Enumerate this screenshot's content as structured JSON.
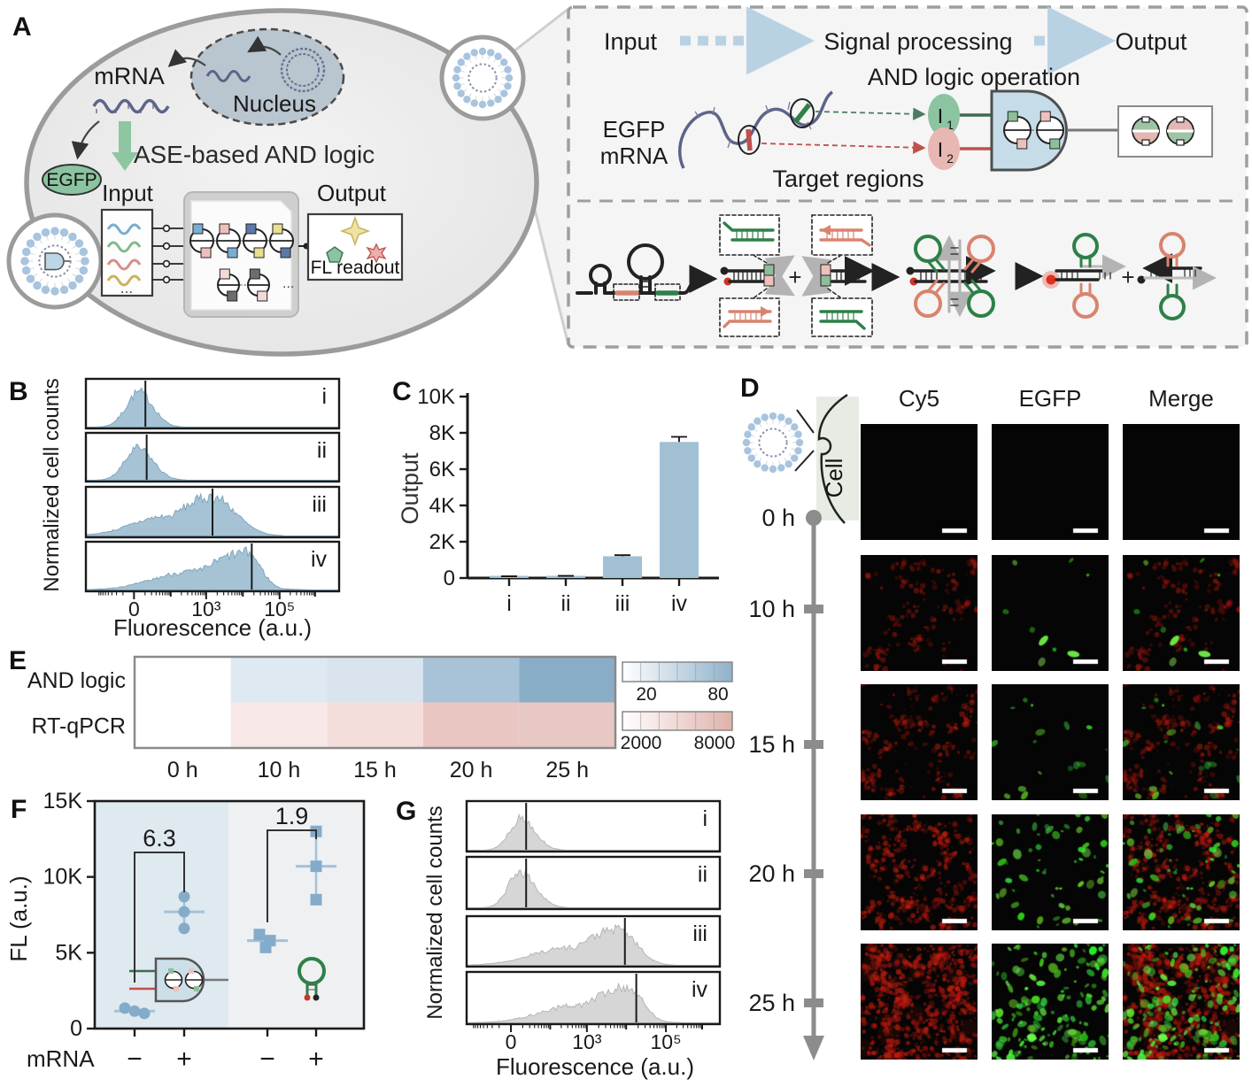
{
  "panel_labels": {
    "a": "A",
    "b": "B",
    "c": "C",
    "d": "D",
    "e": "E",
    "f": "F",
    "g": "G"
  },
  "panel_a": {
    "mrna": "mRNA",
    "nucleus": "Nucleus",
    "egfp": "EGFP",
    "title": "ASE-based AND logic",
    "input": "Input",
    "output": "Output",
    "fl_readout": "FL readout",
    "input_dots": "...",
    "circuit_dots": "...",
    "flow": {
      "input": "Input",
      "signal": "Signal processing",
      "output": "Output"
    },
    "and_operation": "AND logic operation",
    "egfp_mrna_line1": "EGFP",
    "egfp_mrna_line2": "mRNA",
    "target_regions": "Target regions",
    "input1": "I",
    "input1_sub": "1",
    "input2": "I",
    "input2_sub": "2",
    "plus1": "+",
    "plus2": "+",
    "plus3": "+"
  },
  "panel_d": {
    "headers": [
      "Cy5",
      "EGFP",
      "Merge"
    ],
    "cell_label": "Cell",
    "rows": [
      {
        "time": "0 h",
        "red_cells": 0,
        "green_cells": 0,
        "red_intensity": 0,
        "green_intensity": 0
      },
      {
        "time": "10 h",
        "red_cells": 48,
        "green_cells": 7,
        "red_intensity": 0.5,
        "green_intensity": 0.75
      },
      {
        "time": "15 h",
        "red_cells": 72,
        "green_cells": 18,
        "red_intensity": 0.55,
        "green_intensity": 0.8
      },
      {
        "time": "20 h",
        "red_cells": 118,
        "green_cells": 58,
        "red_intensity": 0.75,
        "green_intensity": 0.9
      },
      {
        "time": "25 h",
        "red_cells": 215,
        "green_cells": 145,
        "red_intensity": 0.9,
        "green_intensity": 0.95
      }
    ]
  },
  "chart_data": [
    {
      "id": "panel_b",
      "type": "histogram-stack",
      "fill": "#a6c3d5",
      "stroke": "#7fa6bd",
      "ylabel": "Normalized cell counts",
      "xlabel": "Fluorescence (a.u.)",
      "xticks": [
        "0",
        "10³",
        "10⁵"
      ],
      "axis_note": "biexponential flow-cytometry axis, ~0 to 10^6",
      "rows": [
        {
          "label": "i",
          "median_est": 20,
          "peak": 0.21,
          "sl": 0.05,
          "sr": 0.055,
          "gate": 0.235,
          "h": 0.82,
          "broad": false
        },
        {
          "label": "ii",
          "median_est": 20,
          "peak": 0.205,
          "sl": 0.05,
          "sr": 0.06,
          "gate": 0.24,
          "h": 0.76,
          "broad": false
        },
        {
          "label": "iii",
          "median_est": 1600,
          "peak": 0.5,
          "sl": 0.14,
          "sr": 0.09,
          "gate": 0.5,
          "h": 0.9,
          "broad": true
        },
        {
          "label": "iv",
          "median_est": 20000,
          "peak": 0.635,
          "sl": 0.16,
          "sr": 0.055,
          "gate": 0.655,
          "h": 0.88,
          "broad": true
        }
      ]
    },
    {
      "id": "panel_c",
      "type": "bar",
      "ylabel": "Output",
      "categories": [
        "i",
        "ii",
        "iii",
        "iv"
      ],
      "values": [
        80,
        100,
        1200,
        7500
      ],
      "errors": [
        15,
        20,
        60,
        280
      ],
      "ylim": [
        0,
        10000
      ],
      "yticks": [
        [
          "0",
          0
        ],
        [
          "2K",
          2000
        ],
        [
          "4K",
          4000
        ],
        [
          "6K",
          6000
        ],
        [
          "8K",
          8000
        ],
        [
          "10K",
          10000
        ]
      ],
      "bar_color": "#a2c0d4"
    },
    {
      "id": "panel_e",
      "type": "heatmap",
      "columns": [
        "0 h",
        "10 h",
        "15 h",
        "20 h",
        "25 h"
      ],
      "series": [
        {
          "name": "AND logic",
          "values": [
            0,
            30,
            33,
            58,
            72
          ],
          "colors": [
            "#ffffff",
            "#dfe9f1",
            "#d9e4ee",
            "#a8c2d7",
            "#8aadc7"
          ]
        },
        {
          "name": "RT-qPCR",
          "values": [
            0,
            2600,
            3000,
            5200,
            5600
          ],
          "colors": [
            "#ffffff",
            "#f8e9e8",
            "#f4dedb",
            "#eac6c2",
            "#e8c8c5"
          ]
        }
      ],
      "colorbars": [
        {
          "min": "20",
          "max": "80",
          "from": "#ffffff",
          "to": "#8fb2cb"
        },
        {
          "min": "2000",
          "max": "8000",
          "from": "#ffffff",
          "to": "#e0b2ab"
        }
      ]
    },
    {
      "id": "panel_f",
      "type": "scatter",
      "ylabel": "FL (a.u.)",
      "xlabel": "mRNA",
      "ylim": [
        0,
        15000
      ],
      "yticks": [
        [
          "0",
          0
        ],
        [
          "5K",
          5000
        ],
        [
          "10K",
          10000
        ],
        [
          "15K",
          15000
        ]
      ],
      "groups": [
        {
          "sign": "−",
          "marker": "circle",
          "points": [
            1350,
            1150,
            1000
          ],
          "jitter": [
            -11,
            0,
            11
          ],
          "mean": 1150,
          "errbar": false
        },
        {
          "sign": "+",
          "marker": "circle",
          "points": [
            8700,
            7700,
            6600
          ],
          "jitter": [
            0,
            0,
            0
          ],
          "mean": 7700,
          "errbar": true
        },
        {
          "sign": "−",
          "marker": "square",
          "points": [
            6200,
            5800,
            5350
          ],
          "jitter": [
            -9,
            3,
            -2
          ],
          "mean": 5800,
          "errbar": false
        },
        {
          "sign": "+",
          "marker": "square",
          "points": [
            13000,
            10700,
            8500
          ],
          "jitter": [
            0,
            0,
            0
          ],
          "mean": 10700,
          "errbar": true
        }
      ],
      "annotations": [
        {
          "label": "6.3",
          "from": 0,
          "to": 1
        },
        {
          "label": "1.9",
          "from": 2,
          "to": 3
        }
      ],
      "point_color": "#84abc9",
      "line_color": "#a3c2da",
      "bg_left": "#dfe9f0",
      "bg_right": "#eef0f2"
    },
    {
      "id": "panel_g",
      "type": "histogram-stack",
      "fill": "#d6d6d6",
      "stroke": "#b5b5b5",
      "ylabel": "Normalized cell counts",
      "xlabel": "Fluorescence (a.u.)",
      "xticks": [
        "0",
        "10³",
        "10⁵"
      ],
      "rows": [
        {
          "label": "i",
          "median_est": 30,
          "peak": 0.215,
          "sl": 0.045,
          "sr": 0.055,
          "gate": 0.235,
          "h": 0.74,
          "broad": false
        },
        {
          "label": "ii",
          "median_est": 30,
          "peak": 0.21,
          "sl": 0.045,
          "sr": 0.06,
          "gate": 0.235,
          "h": 0.8,
          "broad": false
        },
        {
          "label": "iii",
          "median_est": 12000,
          "peak": 0.6,
          "sl": 0.15,
          "sr": 0.07,
          "gate": 0.625,
          "h": 0.82,
          "broad": true
        },
        {
          "label": "iv",
          "median_est": 25000,
          "peak": 0.635,
          "sl": 0.15,
          "sr": 0.06,
          "gate": 0.67,
          "h": 0.78,
          "broad": true
        }
      ]
    }
  ]
}
